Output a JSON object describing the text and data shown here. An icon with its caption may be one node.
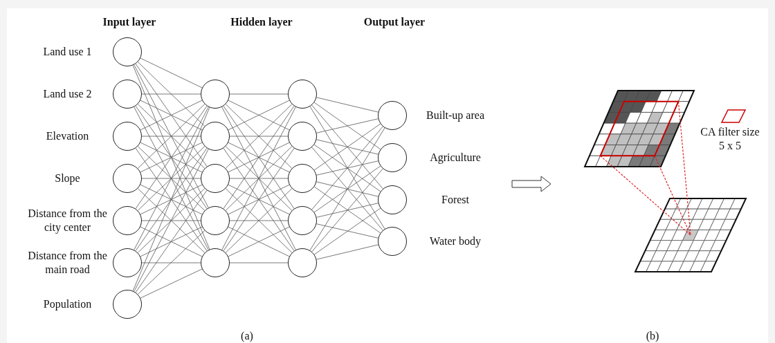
{
  "diagram": {
    "nodes": [
      {
        "text": [],
        "shape": "circle",
        "beside": [
          "Land use 1"
        ]
      },
      {
        "text": [],
        "shape": "circle",
        "beside": [
          "Land use 2"
        ]
      },
      {
        "text": [],
        "shape": "circle",
        "beside": [
          "Elevation"
        ]
      },
      {
        "text": [],
        "shape": "circle",
        "beside": [
          "Slope"
        ]
      },
      {
        "text": [],
        "shape": "circle",
        "beside": [
          "Distance from the city center"
        ]
      },
      {
        "text": [],
        "shape": "circle",
        "beside": [
          "Distance from the main road"
        ]
      },
      {
        "text": [],
        "shape": "circle",
        "beside": [
          "Population"
        ]
      },
      {
        "text": [],
        "shape": "circle"
      },
      {
        "text": [],
        "shape": "circle"
      },
      {
        "text": [],
        "shape": "circle"
      },
      {
        "text": [],
        "shape": "circle"
      },
      {
        "text": [],
        "shape": "circle"
      },
      {
        "text": [],
        "shape": "circle"
      },
      {
        "text": [],
        "shape": "circle"
      },
      {
        "text": [],
        "shape": "circle"
      },
      {
        "text": [],
        "shape": "circle"
      },
      {
        "text": [],
        "shape": "circle"
      },
      {
        "text": [],
        "shape": "circle",
        "beside": [
          "Built-up area"
        ]
      },
      {
        "text": [],
        "shape": "circle",
        "beside": [
          "Agriculture"
        ]
      },
      {
        "text": [],
        "shape": "circle",
        "beside": [
          "Forest"
        ]
      },
      {
        "text": [],
        "shape": "circle",
        "beside": [
          "Water body"
        ]
      }
    ],
    "edges": [
      {
        "from": 0,
        "to": 7,
        "arrow": "none"
      },
      {
        "from": 0,
        "to": 8,
        "arrow": "none"
      },
      {
        "from": 0,
        "to": 9,
        "arrow": "none"
      },
      {
        "from": 0,
        "to": 10,
        "arrow": "none"
      },
      {
        "from": 0,
        "to": 11,
        "arrow": "none"
      },
      {
        "from": 1,
        "to": 7,
        "arrow": "none"
      },
      {
        "from": 1,
        "to": 8,
        "arrow": "none"
      },
      {
        "from": 1,
        "to": 9,
        "arrow": "none"
      },
      {
        "from": 1,
        "to": 10,
        "arrow": "none"
      },
      {
        "from": 1,
        "to": 11,
        "arrow": "none"
      },
      {
        "from": 2,
        "to": 7,
        "arrow": "none"
      },
      {
        "from": 2,
        "to": 8,
        "arrow": "none"
      },
      {
        "from": 2,
        "to": 9,
        "arrow": "none"
      },
      {
        "from": 2,
        "to": 10,
        "arrow": "none"
      },
      {
        "from": 2,
        "to": 11,
        "arrow": "none"
      },
      {
        "from": 3,
        "to": 7,
        "arrow": "none"
      },
      {
        "from": 3,
        "to": 8,
        "arrow": "none"
      },
      {
        "from": 3,
        "to": 9,
        "arrow": "none"
      },
      {
        "from": 3,
        "to": 10,
        "arrow": "none"
      },
      {
        "from": 3,
        "to": 11,
        "arrow": "none"
      },
      {
        "from": 4,
        "to": 7,
        "arrow": "none"
      },
      {
        "from": 4,
        "to": 8,
        "arrow": "none"
      },
      {
        "from": 4,
        "to": 9,
        "arrow": "none"
      },
      {
        "from": 4,
        "to": 10,
        "arrow": "none"
      },
      {
        "from": 4,
        "to": 11,
        "arrow": "none"
      },
      {
        "from": 5,
        "to": 7,
        "arrow": "none"
      },
      {
        "from": 5,
        "to": 8,
        "arrow": "none"
      },
      {
        "from": 5,
        "to": 9,
        "arrow": "none"
      },
      {
        "from": 5,
        "to": 10,
        "arrow": "none"
      },
      {
        "from": 5,
        "to": 11,
        "arrow": "none"
      },
      {
        "from": 6,
        "to": 7,
        "arrow": "none"
      },
      {
        "from": 6,
        "to": 8,
        "arrow": "none"
      },
      {
        "from": 6,
        "to": 9,
        "arrow": "none"
      },
      {
        "from": 6,
        "to": 10,
        "arrow": "none"
      },
      {
        "from": 6,
        "to": 11,
        "arrow": "none"
      },
      {
        "from": 7,
        "to": 12,
        "arrow": "none"
      },
      {
        "from": 7,
        "to": 13,
        "arrow": "none"
      },
      {
        "from": 7,
        "to": 14,
        "arrow": "none"
      },
      {
        "from": 7,
        "to": 15,
        "arrow": "none"
      },
      {
        "from": 7,
        "to": 16,
        "arrow": "none"
      },
      {
        "from": 8,
        "to": 12,
        "arrow": "none"
      },
      {
        "from": 8,
        "to": 13,
        "arrow": "none"
      },
      {
        "from": 8,
        "to": 14,
        "arrow": "none"
      },
      {
        "from": 8,
        "to": 15,
        "arrow": "none"
      },
      {
        "from": 8,
        "to": 16,
        "arrow": "none"
      },
      {
        "from": 9,
        "to": 12,
        "arrow": "none"
      },
      {
        "from": 9,
        "to": 13,
        "arrow": "none"
      },
      {
        "from": 9,
        "to": 14,
        "arrow": "none"
      },
      {
        "from": 9,
        "to": 15,
        "arrow": "none"
      },
      {
        "from": 9,
        "to": 16,
        "arrow": "none"
      },
      {
        "from": 10,
        "to": 12,
        "arrow": "none"
      },
      {
        "from": 10,
        "to": 13,
        "arrow": "none"
      },
      {
        "from": 10,
        "to": 14,
        "arrow": "none"
      },
      {
        "from": 10,
        "to": 15,
        "arrow": "none"
      },
      {
        "from": 10,
        "to": 16,
        "arrow": "none"
      },
      {
        "from": 11,
        "to": 12,
        "arrow": "none"
      },
      {
        "from": 11,
        "to": 13,
        "arrow": "none"
      },
      {
        "from": 11,
        "to": 14,
        "arrow": "none"
      },
      {
        "from": 11,
        "to": 15,
        "arrow": "none"
      },
      {
        "from": 11,
        "to": 16,
        "arrow": "none"
      },
      {
        "from": 12,
        "to": 17,
        "arrow": "none"
      },
      {
        "from": 12,
        "to": 18,
        "arrow": "none"
      },
      {
        "from": 12,
        "to": 19,
        "arrow": "none"
      },
      {
        "from": 12,
        "to": 20,
        "arrow": "none"
      },
      {
        "from": 13,
        "to": 17,
        "arrow": "none"
      },
      {
        "from": 13,
        "to": 18,
        "arrow": "none"
      },
      {
        "from": 13,
        "to": 19,
        "arrow": "none"
      },
      {
        "from": 13,
        "to": 20,
        "arrow": "none"
      },
      {
        "from": 14,
        "to": 17,
        "arrow": "none"
      },
      {
        "from": 14,
        "to": 18,
        "arrow": "none"
      },
      {
        "from": 14,
        "to": 19,
        "arrow": "none"
      },
      {
        "from": 14,
        "to": 20,
        "arrow": "none"
      },
      {
        "from": 15,
        "to": 17,
        "arrow": "none"
      },
      {
        "from": 15,
        "to": 18,
        "arrow": "none"
      },
      {
        "from": 15,
        "to": 19,
        "arrow": "none"
      },
      {
        "from": 15,
        "to": 20,
        "arrow": "none"
      },
      {
        "from": 16,
        "to": 17,
        "arrow": "none"
      },
      {
        "from": 16,
        "to": 18,
        "arrow": "none"
      },
      {
        "from": 16,
        "to": 19,
        "arrow": "none"
      },
      {
        "from": 16,
        "to": 20,
        "arrow": "none"
      }
    ],
    "labels": [
      "Input layer",
      "Hidden layer",
      "Output layer",
      "CA filter size 5 x 5",
      "(a)",
      "(b)"
    ]
  }
}
